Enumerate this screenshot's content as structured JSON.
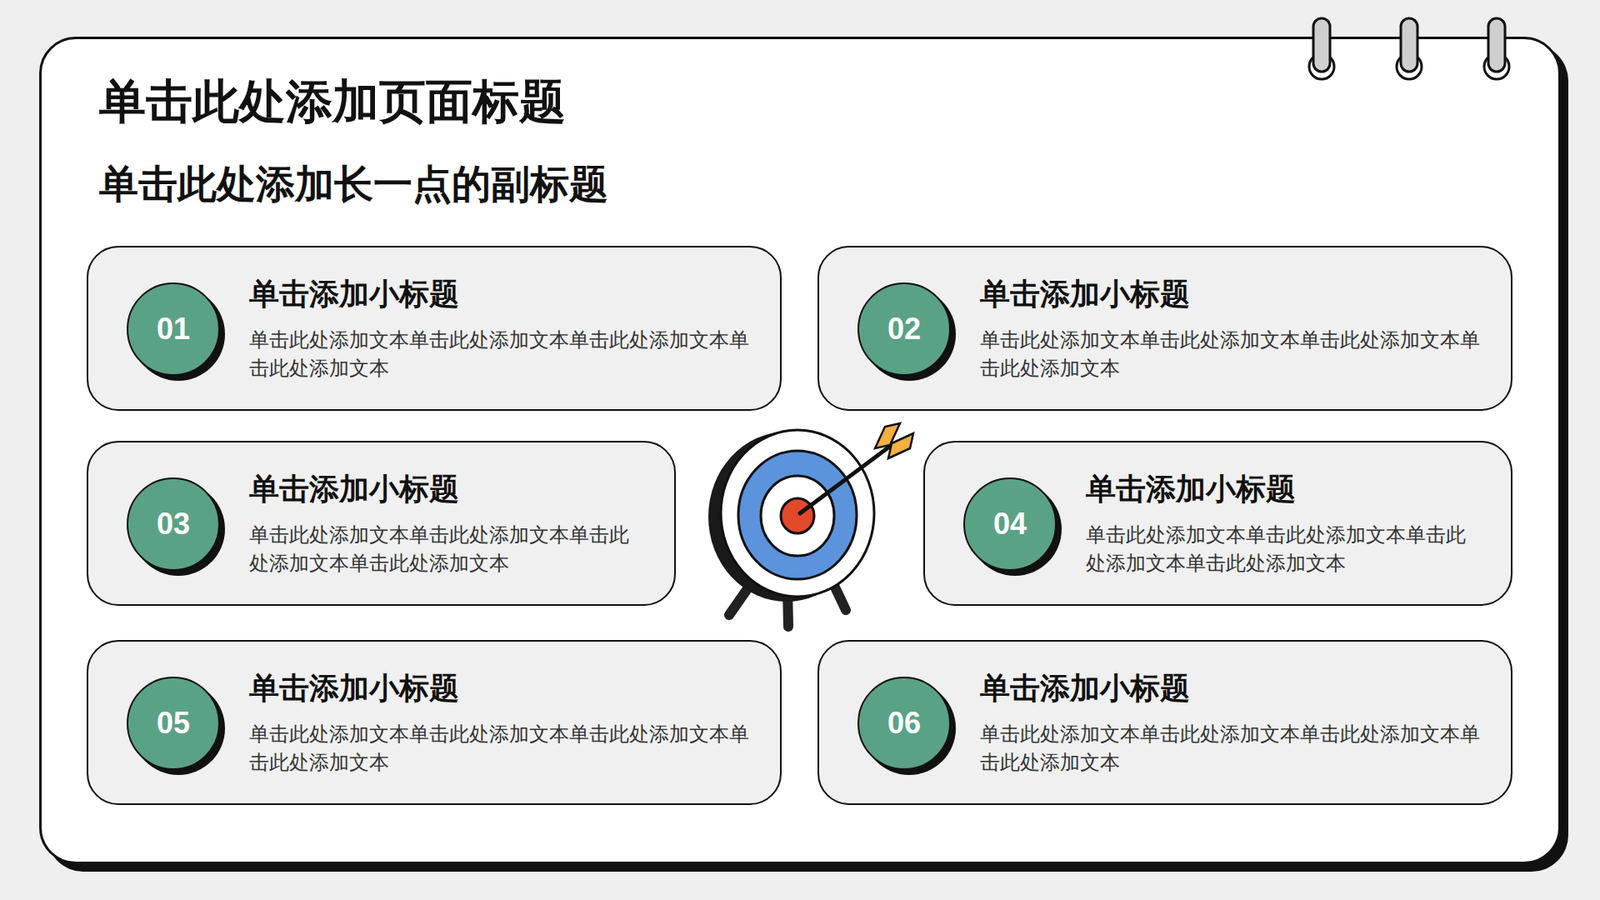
{
  "diagram": {
    "title": "单击此处添加页面标题",
    "nodes": [
      {
        "text": [
          "单击添加小标题",
          "单击此处添加文本单击此处添加文本单击此处添加文本单击此处添加文本"
        ]
      },
      {
        "text": [
          "01"
        ],
        "in": 0
      },
      {
        "text": [
          "单击添加小标题",
          "单击此处添加文本单击此处添加文本单击此处添加文本单击此处添加文本"
        ]
      },
      {
        "text": [
          "02"
        ],
        "in": 2
      },
      {
        "text": [
          "单击添加小标题",
          "单击此处添加文本单击此处添加文本单击此处添加文本单击此处添加文本"
        ]
      },
      {
        "text": [
          "03"
        ],
        "in": 4
      },
      {
        "text": [
          "单击添加小标题",
          "单击此处添加文本单击此处添加文本单击此处添加文本单击此处添加文本"
        ]
      },
      {
        "text": [
          "04"
        ],
        "in": 6
      },
      {
        "text": [
          "单击添加小标题",
          "单击此处添加文本单击此处添加文本单击此处添加文本单击此处添加文本"
        ]
      },
      {
        "text": [
          "05"
        ],
        "in": 8
      },
      {
        "text": [
          "单击添加小标题",
          "单击此处添加文本单击此处添加文本单击此处添加文本单击此处添加文本"
        ]
      },
      {
        "text": [
          "06"
        ],
        "in": 10
      }
    ],
    "labels": [
      "单击此处添加长一点的副标题"
    ]
  }
}
